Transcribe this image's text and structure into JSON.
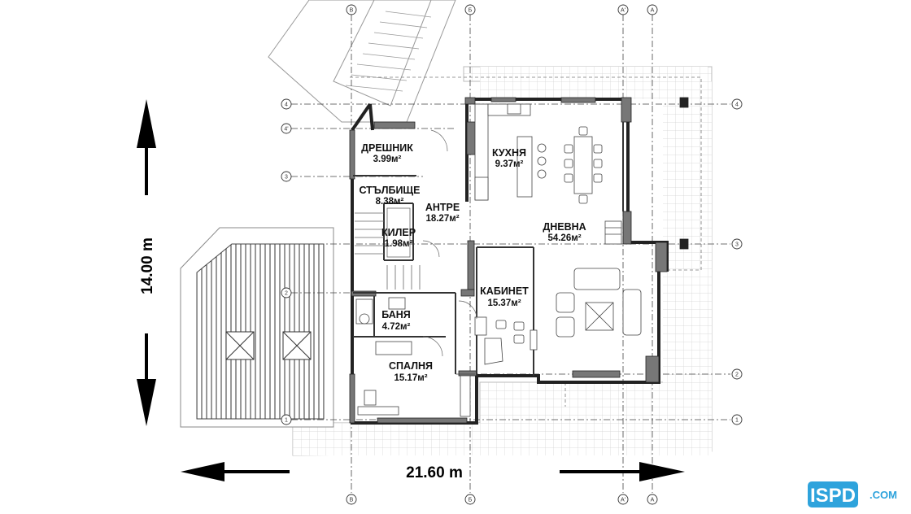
{
  "dimensions": {
    "width_label": "21.60 m",
    "height_label": "14.00 m"
  },
  "rooms": [
    {
      "name": "ДРЕШНИК",
      "area": "3.99м²"
    },
    {
      "name": "КУХНЯ",
      "area": "9.37м²"
    },
    {
      "name": "СТЪЛБИЩЕ",
      "area": "8.38м²"
    },
    {
      "name": "АНТРЕ",
      "area": "18.27м²"
    },
    {
      "name": "ДНЕВНА",
      "area": "54.26м²"
    },
    {
      "name": "КИЛЕР",
      "area": "1.98м²"
    },
    {
      "name": "КАБИНЕТ",
      "area": "15.37м²"
    },
    {
      "name": "БАНЯ",
      "area": "4.72м²"
    },
    {
      "name": "СПАЛНЯ",
      "area": "15.17м²"
    }
  ],
  "axes": {
    "vertical": [
      "В",
      "Б",
      "А'",
      "А"
    ],
    "horizontal": [
      "4",
      "4'",
      "3",
      "3",
      "2",
      "2",
      "1",
      "1"
    ]
  },
  "logo": {
    "brand": "ISPD",
    "suffix": ".COM",
    "color": "#2ea3dc"
  }
}
